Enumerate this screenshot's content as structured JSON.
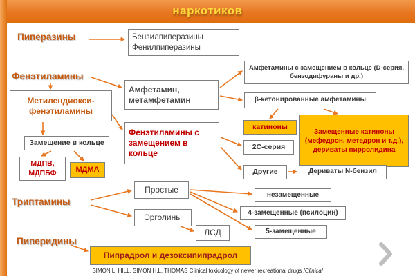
{
  "header": {
    "title": "наркотиков"
  },
  "labels": {
    "piperazines": "Пиперазины",
    "phenethylamines": "Фенэтиламины",
    "tryptamines": "Триптамины",
    "piperidines": "Пиперидины"
  },
  "boxes": {
    "benzylpiperazines": "Бензилпиперазины Фенилпиперазины",
    "methylenedioxy": "Метилендиокси-фенэтиламины",
    "amphetamine": "Амфетамин, метамфетамин",
    "ring_substituted_amphetamines": "Амфетамины с замещением в кольце (D-серия, бензодифураны и др.)",
    "beta_keto": "β-кетонированные амфетамины",
    "cathinones": "катиноны",
    "substituted_cathinones": "Замещенные катиноны (мефедрон, метедрон и т.д.), дериваты пирролидина",
    "phenethylamines_ring": "Фенэтиламины с замещением в кольце",
    "c2_series": "2С-серия",
    "others": "Другие",
    "n_benzyl": "Дериваты N-бензил",
    "ring_substitution": "Замещение в кольце",
    "mdpv": "МДПВ, МДПБФ",
    "mdma": "МДМА",
    "simple": "Простые",
    "ergolines": "Эрголины",
    "lsd": "ЛСД",
    "unsubstituted": "незамещенные",
    "sub4": "4-замещенные (псилоцин)",
    "sub5": "5-замещенные",
    "pipradrol": "Пипрадрол и дезоксипипрадрол"
  },
  "edges": [
    {
      "from": "piperazines",
      "to": "benzylpiperazines"
    },
    {
      "from": "phenethylamines",
      "to": "methylenedioxy"
    },
    {
      "from": "phenethylamines",
      "to": "amphetamine"
    },
    {
      "from": "amphetamine",
      "to": "ring_substituted_amphetamines"
    },
    {
      "from": "amphetamine",
      "to": "beta_keto"
    },
    {
      "from": "beta_keto",
      "to": "cathinones"
    },
    {
      "from": "beta_keto",
      "to": "substituted_cathinones"
    },
    {
      "from": "methylenedioxy",
      "to": "phenethylamines_ring"
    },
    {
      "from": "phenethylamines_ring",
      "to": "c2_series"
    },
    {
      "from": "phenethylamines_ring",
      "to": "others"
    },
    {
      "from": "others",
      "to": "n_benzyl"
    },
    {
      "from": "methylenedioxy",
      "to": "ring_substitution"
    },
    {
      "from": "ring_substitution",
      "to": "mdpv"
    },
    {
      "from": "ring_substitution",
      "to": "mdma"
    },
    {
      "from": "tryptamines",
      "to": "simple"
    },
    {
      "from": "tryptamines",
      "to": "ergolines"
    },
    {
      "from": "simple",
      "to": "unsubstituted"
    },
    {
      "from": "simple",
      "to": "sub4"
    },
    {
      "from": "simple",
      "to": "sub5"
    },
    {
      "from": "ergolines",
      "to": "lsd"
    },
    {
      "from": "piperidines",
      "to": "pipradrol"
    }
  ],
  "footer": {
    "citation_main": "SIMON L. HILL, SIMON H.L. THOMAS Clinical toxicology of newer recreational drugs /",
    "citation_italic": "Clinical"
  },
  "colors": {
    "accent_orange": "#E87722",
    "highlight_yellow": "#FFC000",
    "alert_red": "#C00000",
    "title_yellow": "#FFD83B"
  }
}
